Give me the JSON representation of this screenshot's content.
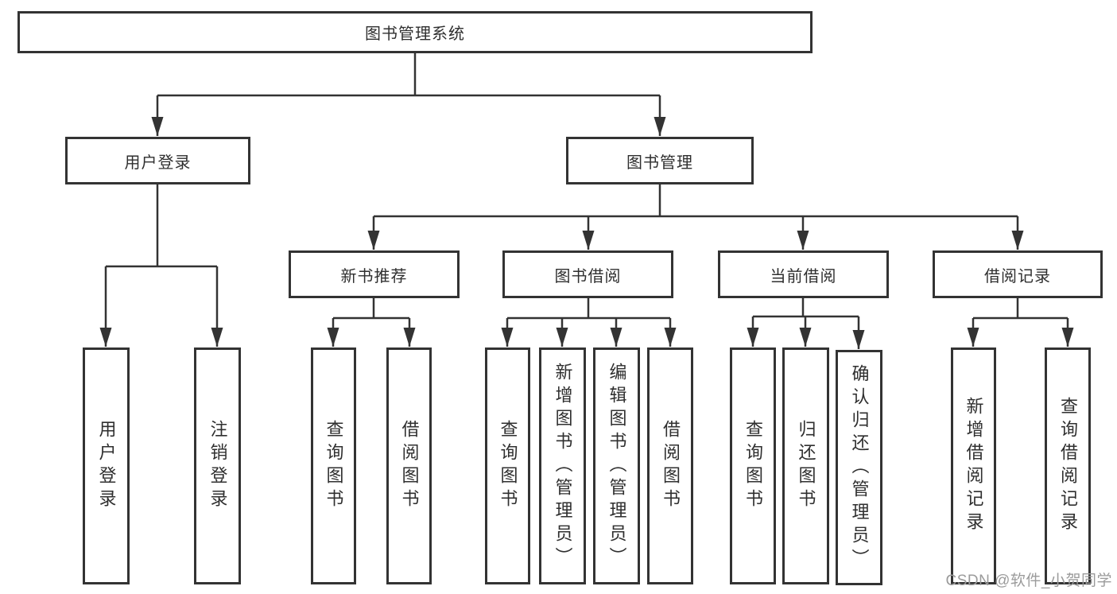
{
  "diagram": {
    "title": "图书管理系统",
    "branches": [
      {
        "label": "用户登录",
        "children": [
          {
            "label": "用户登录"
          },
          {
            "label": "注销登录"
          }
        ]
      },
      {
        "label": "图书管理",
        "children": [
          {
            "label": "新书推荐",
            "children": [
              {
                "label": "查询图书"
              },
              {
                "label": "借阅图书"
              }
            ]
          },
          {
            "label": "图书借阅",
            "children": [
              {
                "label": "查询图书"
              },
              {
                "label": "新增图书（管理员）"
              },
              {
                "label": "编辑图书（管理员）"
              },
              {
                "label": "借阅图书"
              }
            ]
          },
          {
            "label": "当前借阅",
            "children": [
              {
                "label": "查询图书"
              },
              {
                "label": "归还图书"
              },
              {
                "label": "确认归还（管理员）"
              }
            ]
          },
          {
            "label": "借阅记录",
            "children": [
              {
                "label": "新增借阅记录"
              },
              {
                "label": "查询借阅记录"
              }
            ]
          }
        ]
      }
    ]
  },
  "watermark": {
    "text": "CSDN @软件_小贺同学"
  },
  "colors": {
    "line": "#333333",
    "text": "#2f2f2f",
    "bg": "#ffffff",
    "watermark": "#9b9b9b"
  }
}
